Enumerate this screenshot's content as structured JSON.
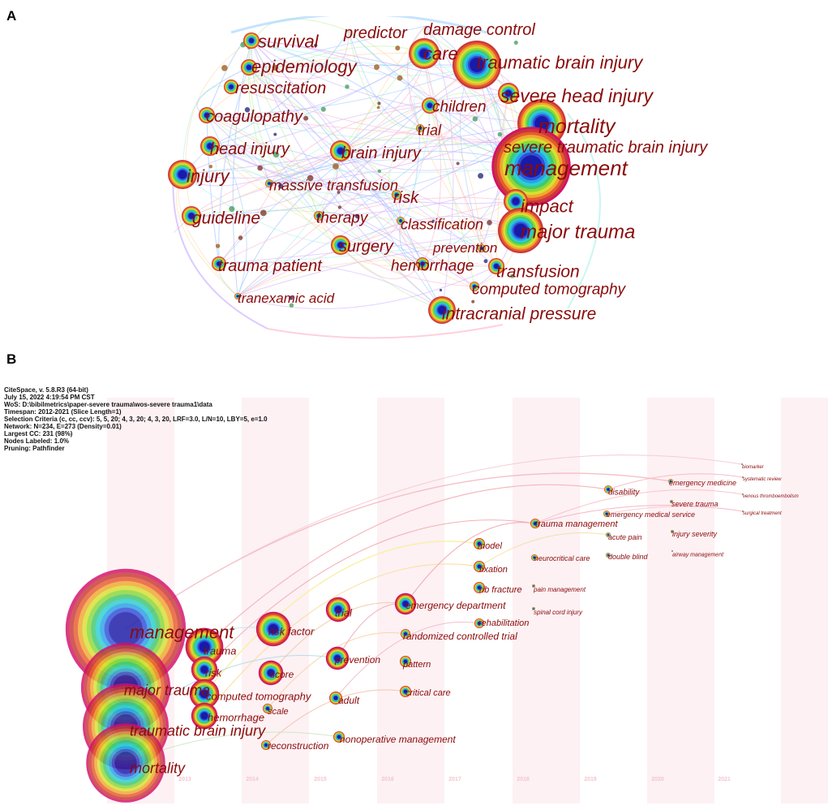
{
  "panel_a": {
    "letter": "A",
    "keywords": [
      {
        "label": "survival",
        "size": 1
      },
      {
        "label": "predictor",
        "size": 1
      },
      {
        "label": "damage control",
        "size": 1
      },
      {
        "label": "care",
        "size": 3
      },
      {
        "label": "traumatic brain injury",
        "size": 4
      },
      {
        "label": "epidemiology",
        "size": 2
      },
      {
        "label": "resuscitation",
        "size": 1
      },
      {
        "label": "severe head injury",
        "size": 2
      },
      {
        "label": "children",
        "size": 1
      },
      {
        "label": "coagulopathy",
        "size": 1
      },
      {
        "label": "mortality",
        "size": 4
      },
      {
        "label": "trial",
        "size": 1
      },
      {
        "label": "severe traumatic brain injury",
        "size": 1
      },
      {
        "label": "head injury",
        "size": 2
      },
      {
        "label": "brain injury",
        "size": 2
      },
      {
        "label": "management",
        "size": 5
      },
      {
        "label": "injury",
        "size": 3
      },
      {
        "label": "massive transfusion",
        "size": 1
      },
      {
        "label": "risk",
        "size": 1
      },
      {
        "label": "impact",
        "size": 2
      },
      {
        "label": "guideline",
        "size": 2
      },
      {
        "label": "therapy",
        "size": 1
      },
      {
        "label": "classification",
        "size": 1
      },
      {
        "label": "major trauma",
        "size": 4
      },
      {
        "label": "surgery",
        "size": 2
      },
      {
        "label": "prevention",
        "size": 1
      },
      {
        "label": "trauma patient",
        "size": 1
      },
      {
        "label": "hemorrhage",
        "size": 1
      },
      {
        "label": "transfusion",
        "size": 2
      },
      {
        "label": "computed tomography",
        "size": 1
      },
      {
        "label": "tranexamic acid",
        "size": 1
      },
      {
        "label": "intracranial pressure",
        "size": 3
      }
    ]
  },
  "panel_b": {
    "letter": "B",
    "info": [
      "CiteSpace, v. 5.8.R3 (64-bit)",
      "July 15, 2022 4:19:54 PM CST",
      "WoS: D:\\bibilmetrics\\paper-severe trauma\\wos-severe trauma1\\data",
      "Timespan: 2012-2021 (Slice Length=1)",
      "Selection Criteria (c, cc, ccv): 5, 5, 20; 4, 3, 20; 4, 3, 20, LRF=3.0, L/N=10, LBY=5, e=1.0",
      "Network: N=234, E=273 (Density=0.01)",
      "Largest CC: 231 (98%)",
      "Nodes Labeled: 1.0%",
      "Pruning: Pathfinder"
    ],
    "years": [
      "2013",
      "2014",
      "2015",
      "2016",
      "2017",
      "2018",
      "2019",
      "2020",
      "2021"
    ],
    "keywords": [
      {
        "label": "management",
        "year": 2012,
        "size": 6
      },
      {
        "label": "major trauma",
        "year": 2012,
        "size": 5
      },
      {
        "label": "traumatic brain injury",
        "year": 2012,
        "size": 5
      },
      {
        "label": "mortality",
        "year": 2012,
        "size": 5
      },
      {
        "label": "trauma",
        "year": 2013,
        "size": 3
      },
      {
        "label": "risk",
        "year": 2013,
        "size": 2
      },
      {
        "label": "computed tomography",
        "year": 2013,
        "size": 2
      },
      {
        "label": "hemorrhage",
        "year": 2013,
        "size": 2
      },
      {
        "label": "risk factor",
        "year": 2014,
        "size": 3
      },
      {
        "label": "score",
        "year": 2014,
        "size": 2
      },
      {
        "label": "scale",
        "year": 2014,
        "size": 1
      },
      {
        "label": "reconstruction",
        "year": 2014,
        "size": 1
      },
      {
        "label": "trial",
        "year": 2015,
        "size": 2
      },
      {
        "label": "prevention",
        "year": 2015,
        "size": 2
      },
      {
        "label": "adult",
        "year": 2015,
        "size": 1
      },
      {
        "label": "nonoperative management",
        "year": 2015,
        "size": 1
      },
      {
        "label": "emergency department",
        "year": 2016,
        "size": 2
      },
      {
        "label": "randomized controlled trial",
        "year": 2016,
        "size": 1
      },
      {
        "label": "pattern",
        "year": 2016,
        "size": 1
      },
      {
        "label": "critical care",
        "year": 2016,
        "size": 1
      },
      {
        "label": "model",
        "year": 2017,
        "size": 1
      },
      {
        "label": "fixation",
        "year": 2017,
        "size": 1
      },
      {
        "label": "rib fracture",
        "year": 2017,
        "size": 1
      },
      {
        "label": "rehabilitation",
        "year": 2017,
        "size": 1
      },
      {
        "label": "trauma management",
        "year": 2018,
        "size": 1
      },
      {
        "label": "neurocritical care",
        "year": 2018,
        "size": 1
      },
      {
        "label": "pain management",
        "year": 2018,
        "size": 1
      },
      {
        "label": "spinal cord injury",
        "year": 2018,
        "size": 1
      },
      {
        "label": "disability",
        "year": 2019,
        "size": 1
      },
      {
        "label": "emergency medical service",
        "year": 2019,
        "size": 1
      },
      {
        "label": "acute pain",
        "year": 2019,
        "size": 1
      },
      {
        "label": "double blind",
        "year": 2019,
        "size": 1
      },
      {
        "label": "emergency medicine",
        "year": 2020,
        "size": 1
      },
      {
        "label": "severe trauma",
        "year": 2020,
        "size": 1
      },
      {
        "label": "injury severity",
        "year": 2020,
        "size": 1
      },
      {
        "label": "airway management",
        "year": 2020,
        "size": 1
      },
      {
        "label": "biomarker",
        "year": 2021,
        "size": 1
      },
      {
        "label": "systematic review",
        "year": 2021,
        "size": 1
      },
      {
        "label": "venous thromboembolism",
        "year": 2021,
        "size": 1
      },
      {
        "label": "surgical treatment",
        "year": 2021,
        "size": 1
      }
    ]
  },
  "colors": {
    "label": "#8b0a0a",
    "ring_palette": [
      "#1a1aa8",
      "#2f50d8",
      "#2aa0e8",
      "#2ad0d0",
      "#40c870",
      "#8ad83a",
      "#d8e030",
      "#f0a830",
      "#e85a30",
      "#c83838"
    ],
    "outer_ring": "#d4106a",
    "stripe": "#fdf1f4"
  }
}
